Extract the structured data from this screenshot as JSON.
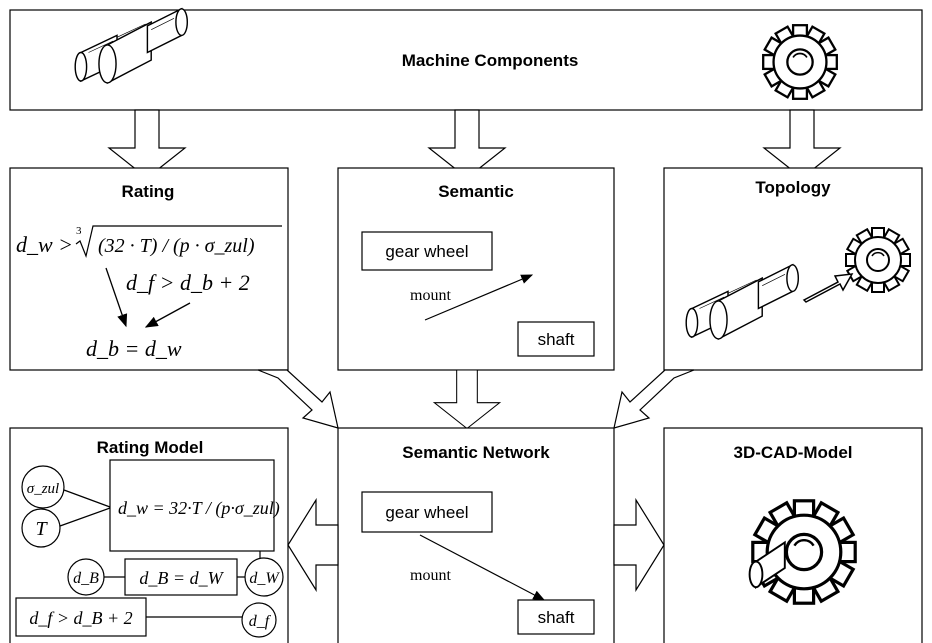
{
  "top": {
    "title": "Machine Components"
  },
  "rating": {
    "title": "Rating",
    "eq1_lhs": "d_w >",
    "eq1_rhs": "(32 · T) / (p · σ_zul)",
    "eq2": "d_f > d_b + 2",
    "eq3": "d_b = d_w"
  },
  "semantic": {
    "title": "Semantic",
    "node1": "gear wheel",
    "edge": "mount",
    "node2": "shaft"
  },
  "topology": {
    "title": "Topology"
  },
  "rating_model": {
    "title": "Rating Model",
    "node_sigma": "σ_zul",
    "node_T": "T",
    "formula_main": "d_w = 32·T / (p·σ_zul)",
    "node_dB": "d_B",
    "eq_dB_dW": "d_B = d_W",
    "node_dW": "d_W",
    "eq_df": "d_f > d_B + 2",
    "node_df": "d_f"
  },
  "semantic_network": {
    "title": "Semantic Network",
    "node1": "gear wheel",
    "edge": "mount",
    "node2": "shaft"
  },
  "cad": {
    "title": "3D-CAD-Model"
  },
  "icons": [
    "shaft-icon",
    "gear-icon",
    "gear-shaft-assembly-icon",
    "arrow-icon"
  ]
}
